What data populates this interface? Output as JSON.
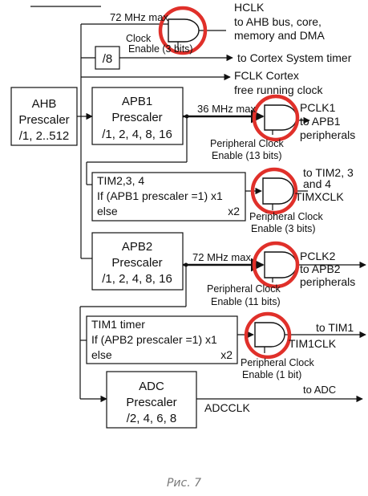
{
  "labels": {
    "hclk": "HCLK",
    "hclk_dest": "to AHB bus, core,",
    "hclk_dest2": "memory and DMA",
    "mhz72_top": "72 MHz max",
    "clock_enable_3a": "Clock",
    "clock_enable_3b": "Enable (3 bits)",
    "div8": "/8",
    "cortex_timer": "to Cortex System timer",
    "fclk": "FCLK Cortex",
    "fclk2": "free running clock",
    "ahb_title": "AHB",
    "ahb_sub": "Prescaler",
    "ahb_vals": "/1, 2..512",
    "apb1_title": "APB1",
    "apb1_sub": "Prescaler",
    "apb1_vals": "/1, 2, 4, 8, 16",
    "mhz36": "36 MHz max",
    "pclk1": "PCLK1",
    "pclk1_dest": "to APB1",
    "pclk1_dest2": "peripherals",
    "pce13a": "Peripheral Clock",
    "pce13b": "Enable (13 bits)",
    "tim234_title": "TIM2,3, 4",
    "tim234_if": "If (APB1 prescaler =1) x1",
    "tim234_else": "else",
    "tim234_x2": "x2",
    "tim234_dest": "to TIM2, 3",
    "tim234_dest2": "and 4",
    "timxclk": "TIMXCLK",
    "pce3a": "Peripheral Clock",
    "pce3b": "Enable (3 bits)",
    "apb2_title": "APB2",
    "apb2_sub": "Prescaler",
    "apb2_vals": "/1, 2, 4, 8, 16",
    "mhz72_mid": "72 MHz max",
    "pclk2": "PCLK2",
    "pclk2_dest": "to APB2",
    "pclk2_dest2": "peripherals",
    "pce11a": "Peripheral Clock",
    "pce11b": "Enable (11 bits)",
    "tim1_title": "TIM1 timer",
    "tim1_if": "If (APB2 prescaler =1) x1",
    "tim1_else": "else",
    "tim1_x2": "x2",
    "tim1_dest": "to TIM1",
    "tim1clk": "TIM1CLK",
    "pce1a": "Peripheral Clock",
    "pce1b": "Enable (1 bit)",
    "adc_title": "ADC",
    "adc_sub": "Prescaler",
    "adc_vals": "/2, 4, 6, 8",
    "adcclk": "ADCCLK",
    "adc_dest": "to ADC"
  },
  "caption": "Рис. 7",
  "colors": {
    "highlight": "#e0302a",
    "line": "#111111",
    "caption": "#7a7a7a"
  }
}
